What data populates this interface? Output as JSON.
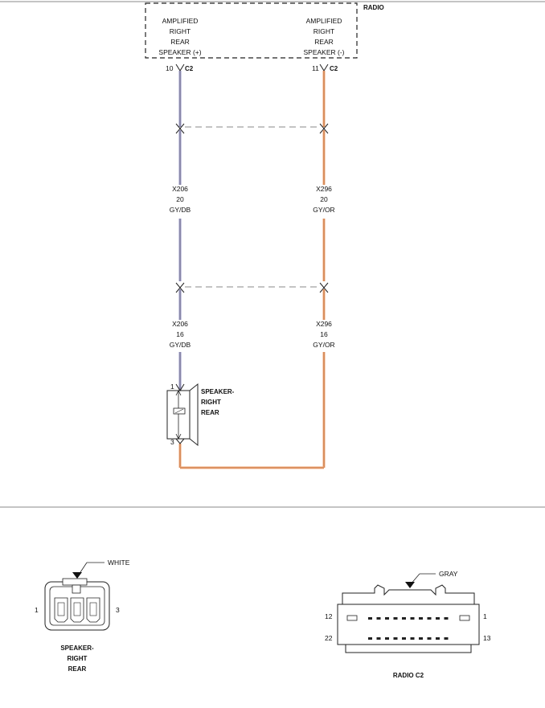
{
  "radio": {
    "name": "RADIO",
    "left_pin_lines": [
      "AMPLIFIED",
      "RIGHT",
      "REAR",
      "SPEAKER (+)"
    ],
    "right_pin_lines": [
      "AMPLIFIED",
      "RIGHT",
      "REAR",
      "SPEAKER (-)"
    ],
    "left_pin_number": "10",
    "right_pin_number": "11",
    "connector": "C2"
  },
  "wires": {
    "left_upper": [
      "X206",
      "20",
      "GY/DB"
    ],
    "right_upper": [
      "X296",
      "20",
      "GY/OR"
    ],
    "left_lower": [
      "X206",
      "16",
      "GY/DB"
    ],
    "right_lower": [
      "X296",
      "16",
      "GY/OR"
    ]
  },
  "speaker": {
    "name_lines": [
      "SPEAKER-",
      "RIGHT",
      "REAR"
    ],
    "pin_top": "1",
    "pin_bottom": "3"
  },
  "connectors": {
    "speaker": {
      "color": "WHITE",
      "pin_left": "1",
      "pin_right": "3",
      "caption_lines": [
        "SPEAKER-",
        "RIGHT",
        "REAR"
      ]
    },
    "radio_c2": {
      "color": "GRAY",
      "pin_top_left": "12",
      "pin_top_right": "1",
      "pin_bottom_left": "22",
      "pin_bottom_right": "13",
      "caption": "RADIO C2"
    }
  },
  "colors": {
    "gy_db": "#9a98c8",
    "gy_or": "#f0a878",
    "line": "#222222",
    "divider": "#888888"
  }
}
